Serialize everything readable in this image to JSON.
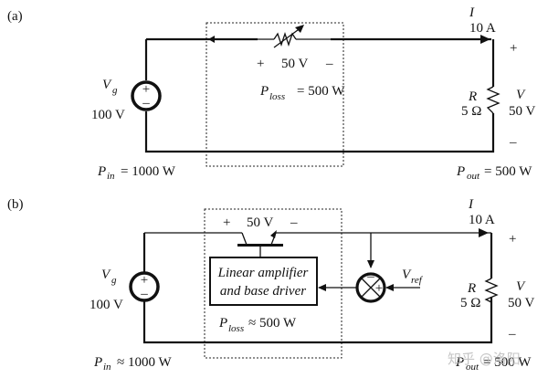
{
  "panel_a": {
    "label": "(a)",
    "source": {
      "name": "V",
      "sub": "g",
      "value": "100 V",
      "plus": "+",
      "minus": "–"
    },
    "element": {
      "plus": "+",
      "value": "50 V",
      "minus": "–",
      "ploss_P": "P",
      "ploss_sub": "loss",
      "ploss_value": "= 500 W"
    },
    "current": {
      "name": "I",
      "value": "10 A"
    },
    "load": {
      "R_name": "R",
      "R_value": "5 Ω",
      "V_name": "V",
      "V_value": "50 V",
      "plus": "+",
      "minus": "–"
    },
    "pin": {
      "P": "P",
      "sub": "in",
      "value": "= 1000 W"
    },
    "pout": {
      "P": "P",
      "sub": "out",
      "value": "= 500 W"
    }
  },
  "panel_b": {
    "label": "(b)",
    "source": {
      "name": "V",
      "sub": "g",
      "value": "100 V",
      "plus": "+",
      "minus": "–"
    },
    "element": {
      "plus": "+",
      "value": "50 V",
      "minus": "–",
      "ploss_P": "P",
      "ploss_sub": "loss",
      "ploss_value": "≈ 500 W"
    },
    "amplifier": {
      "line1": "Linear amplifier",
      "line2": "and base driver"
    },
    "summer": {
      "minus": "–",
      "plus": "+"
    },
    "vref": {
      "name": "V",
      "sub": "ref"
    },
    "current": {
      "name": "I",
      "value": "10 A"
    },
    "load": {
      "R_name": "R",
      "R_value": "5 Ω",
      "V_name": "V",
      "V_value": "50 V",
      "plus": "+",
      "minus": "–"
    },
    "pin": {
      "P": "P",
      "sub": "in",
      "value": "≈ 1000 W"
    },
    "pout": {
      "P": "P",
      "sub": "out",
      "value": "= 500 W"
    }
  },
  "watermark": "知乎 @洛阳"
}
